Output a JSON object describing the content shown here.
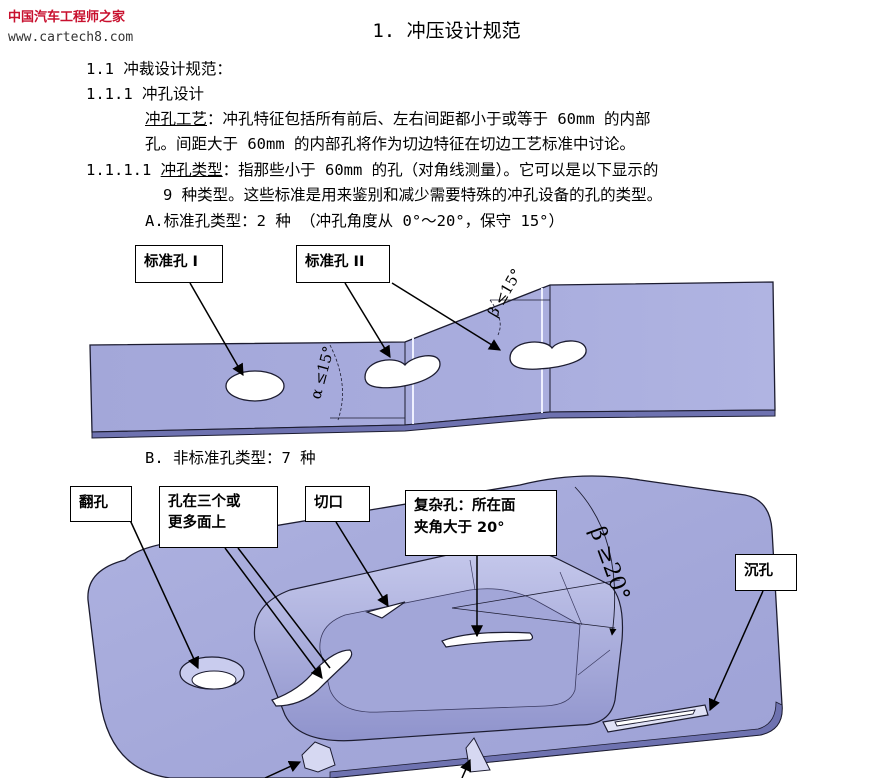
{
  "watermark": {
    "site_name": "中国汽车工程师之家",
    "url": "www.cartech8.com"
  },
  "doc": {
    "title": "1. 冲压设计规范",
    "s1_1": "1.1 冲裁设计规范：",
    "s1_1_1": "1.1.1 冲孔设计",
    "p1_term": "冲孔工艺",
    "p1_rest": "：冲孔特征包括所有前后、左右间距都小于或等于 60mm 的内部",
    "p1_line2": "孔。间距大于 60mm 的内部孔将作为切边特征在切边工艺标准中讨论。",
    "s1_1_1_1_num": "1.1.1.1 ",
    "s1_1_1_1_term": "冲孔类型",
    "s1_1_1_1_rest": "：指那些小于 60mm 的孔（对角线测量）。它可以是以下显示的",
    "s1_1_1_1_line2": "9 种类型。这些标准是用来鉴别和减少需要特殊的冲孔设备的孔的类型。",
    "typeA": "A.标准孔类型：2 种 （冲孔角度从 0°～20°，保守 15°）",
    "typeB": "B. 非标准孔类型：7 种"
  },
  "figureA": {
    "callouts": {
      "std1": "标准孔 I",
      "std2": "标准孔 II"
    },
    "angle_alpha": "α ≤15°",
    "angle_beta": "β ≤15°"
  },
  "figureB": {
    "callouts": {
      "flange": "翻孔",
      "multi_line1": "孔在三个或",
      "multi_line2": "更多面上",
      "notch": "切口",
      "complex_line1": "复杂孔：所在面",
      "complex_line2": "夹角大于 20°",
      "countersink": "沉孔"
    },
    "angle_beta": "β ≥20°"
  },
  "colors": {
    "plate": "#a4a8da",
    "plate_dark": "#7f83c0",
    "plate_light": "#c4c7ea",
    "outline": "#1c1c30"
  }
}
